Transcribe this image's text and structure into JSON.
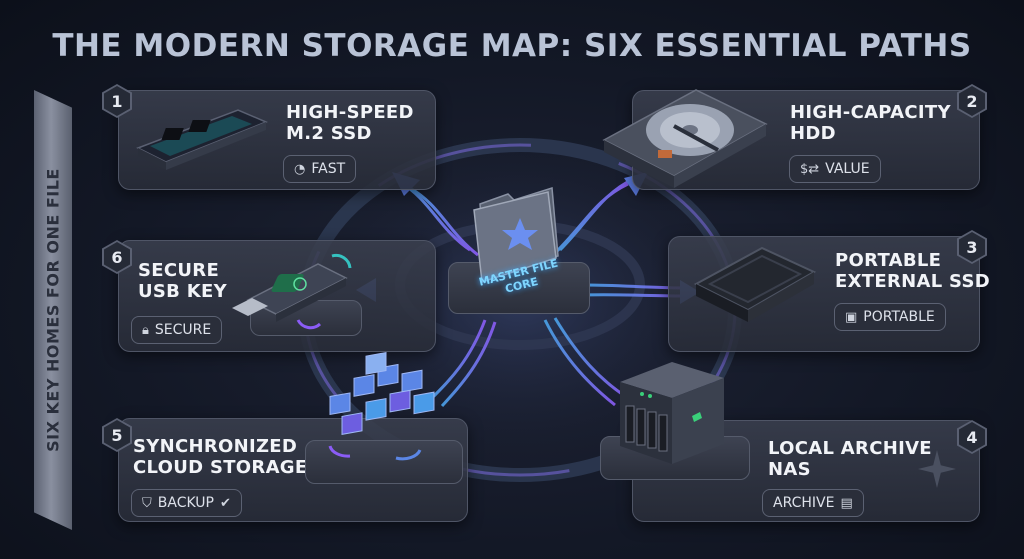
{
  "title": "THE MODERN STORAGE MAP: SIX ESSENTIAL PATHS",
  "side_ribbon": "SIX KEY HOMES FOR ONE FILE",
  "core": {
    "label_line1": "MASTER FILE",
    "label_line2": "CORE"
  },
  "paths": [
    {
      "number": "1",
      "label_line1": "HIGH-SPEED",
      "label_line2": "M.2 SSD",
      "badge": "FAST",
      "badge_icon": "speedometer-icon",
      "device": "m2-ssd"
    },
    {
      "number": "2",
      "label_line1": "HIGH-CAPACITY",
      "label_line2": "HDD",
      "badge": "VALUE",
      "badge_icon": "money-bag-icon",
      "device": "hard-disk-drive"
    },
    {
      "number": "3",
      "label_line1": "PORTABLE",
      "label_line2": "EXTERNAL SSD",
      "badge": "PORTABLE",
      "badge_icon": "briefcase-icon",
      "device": "external-ssd"
    },
    {
      "number": "4",
      "label_line1": "LOCAL ARCHIVE",
      "label_line2": "NAS",
      "badge": "ARCHIVE",
      "badge_icon": "archive-box-icon",
      "device": "nas"
    },
    {
      "number": "5",
      "label_line1": "SYNCHRONIZED",
      "label_line2": "CLOUD STORAGE",
      "badge": "BACKUP",
      "badge_icon": "shield-icon",
      "device": "cloud"
    },
    {
      "number": "6",
      "label_line1": "SECURE",
      "label_line2": "USB KEY",
      "badge": "SECURE",
      "badge_icon": "lock-icon",
      "device": "usb-key"
    }
  ],
  "colors": {
    "accent_blue": "#4aa3e8",
    "accent_purple": "#8b5cf6",
    "background": "#131826"
  }
}
